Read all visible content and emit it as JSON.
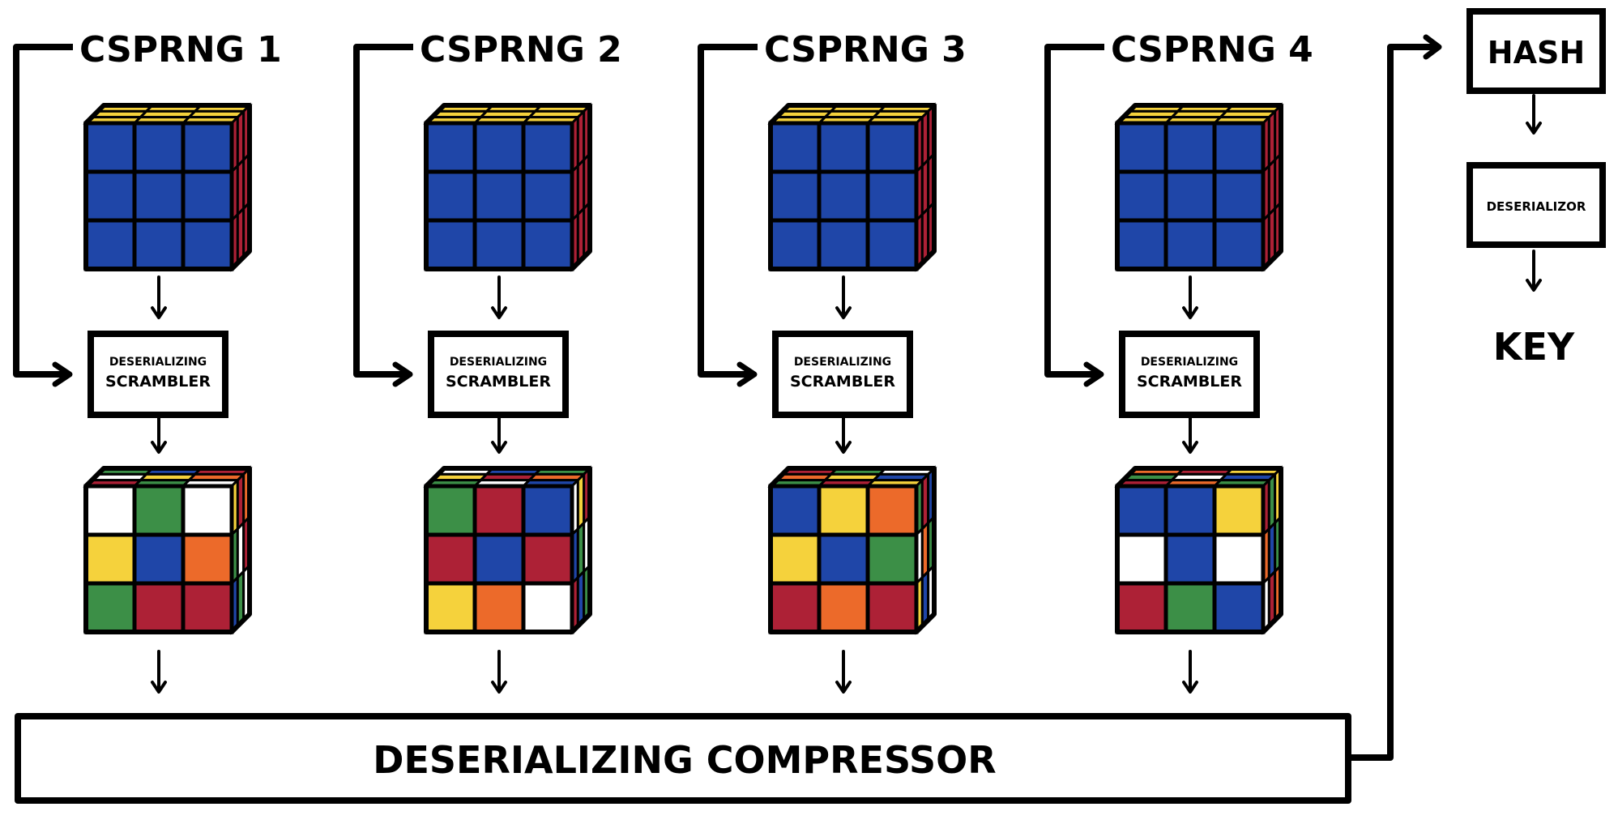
{
  "colors": {
    "ink": "#000000",
    "white": "#ffffff",
    "blue": "#1f46a8",
    "yellow": "#f5d23c",
    "red": "#ad2136",
    "green": "#3c8f47",
    "orange": "#ec6a2a"
  },
  "pipelines": [
    {
      "title": "CSPRNG 1",
      "scrambler": {
        "line1": "DESERIALIZING",
        "line2": "SCRAMBLER"
      },
      "solved_front": [
        "B",
        "B",
        "B",
        "B",
        "B",
        "B",
        "B",
        "B",
        "B"
      ],
      "solved_top": [
        "Y",
        "Y",
        "Y",
        "Y",
        "Y",
        "Y",
        "Y",
        "Y",
        "Y"
      ],
      "solved_side": [
        "R",
        "R",
        "R",
        "R",
        "R",
        "R",
        "R",
        "R",
        "R"
      ],
      "scrambled_front": [
        "W",
        "G",
        "W",
        "Y",
        "B",
        "O",
        "G",
        "R",
        "R"
      ],
      "scrambled_top": [
        "G",
        "B",
        "R",
        "W",
        "Y",
        "O",
        "R",
        "G",
        "W"
      ],
      "scrambled_side": [
        "Y",
        "R",
        "O",
        "G",
        "W",
        "R",
        "B",
        "G",
        "W"
      ]
    },
    {
      "title": "CSPRNG 2",
      "scrambler": {
        "line1": "DESERIALIZING",
        "line2": "SCRAMBLER"
      },
      "solved_front": [
        "B",
        "B",
        "B",
        "B",
        "B",
        "B",
        "B",
        "B",
        "B"
      ],
      "solved_top": [
        "Y",
        "Y",
        "Y",
        "Y",
        "Y",
        "Y",
        "Y",
        "Y",
        "Y"
      ],
      "solved_side": [
        "R",
        "R",
        "R",
        "R",
        "R",
        "R",
        "R",
        "R",
        "R"
      ],
      "scrambled_front": [
        "G",
        "R",
        "B",
        "R",
        "B",
        "R",
        "Y",
        "O",
        "W"
      ],
      "scrambled_top": [
        "W",
        "B",
        "G",
        "Y",
        "R",
        "O",
        "G",
        "W",
        "B"
      ],
      "scrambled_side": [
        "W",
        "Y",
        "R",
        "B",
        "G",
        "W",
        "R",
        "B",
        "G"
      ]
    },
    {
      "title": "CSPRNG 3",
      "scrambler": {
        "line1": "DESERIALIZING",
        "line2": "SCRAMBLER"
      },
      "solved_front": [
        "B",
        "B",
        "B",
        "B",
        "B",
        "B",
        "B",
        "B",
        "B"
      ],
      "solved_top": [
        "Y",
        "Y",
        "Y",
        "Y",
        "Y",
        "Y",
        "Y",
        "Y",
        "Y"
      ],
      "solved_side": [
        "R",
        "R",
        "R",
        "R",
        "R",
        "R",
        "R",
        "R",
        "R"
      ],
      "scrambled_front": [
        "B",
        "Y",
        "O",
        "Y",
        "B",
        "G",
        "R",
        "O",
        "R"
      ],
      "scrambled_top": [
        "R",
        "G",
        "W",
        "O",
        "Y",
        "B",
        "G",
        "R",
        "Y"
      ],
      "scrambled_side": [
        "G",
        "R",
        "B",
        "W",
        "O",
        "G",
        "Y",
        "B",
        "W"
      ]
    },
    {
      "title": "CSPRNG 4",
      "scrambler": {
        "line1": "DESERIALIZING",
        "line2": "SCRAMBLER"
      },
      "solved_front": [
        "B",
        "B",
        "B",
        "B",
        "B",
        "B",
        "B",
        "B",
        "B"
      ],
      "solved_top": [
        "Y",
        "Y",
        "Y",
        "Y",
        "Y",
        "Y",
        "Y",
        "Y",
        "Y"
      ],
      "solved_side": [
        "R",
        "R",
        "R",
        "R",
        "R",
        "R",
        "R",
        "R",
        "R"
      ],
      "scrambled_front": [
        "B",
        "B",
        "Y",
        "W",
        "B",
        "W",
        "R",
        "G",
        "B"
      ],
      "scrambled_top": [
        "O",
        "R",
        "Y",
        "G",
        "W",
        "B",
        "R",
        "O",
        "G"
      ],
      "scrambled_side": [
        "R",
        "G",
        "Y",
        "O",
        "B",
        "G",
        "W",
        "R",
        "O"
      ]
    }
  ],
  "compressor": {
    "label": "DESERIALIZING COMPRESSOR"
  },
  "hash": {
    "label": "HASH"
  },
  "deserializor": {
    "label": "DESERIALIZOR"
  },
  "key": {
    "label": "KEY"
  }
}
